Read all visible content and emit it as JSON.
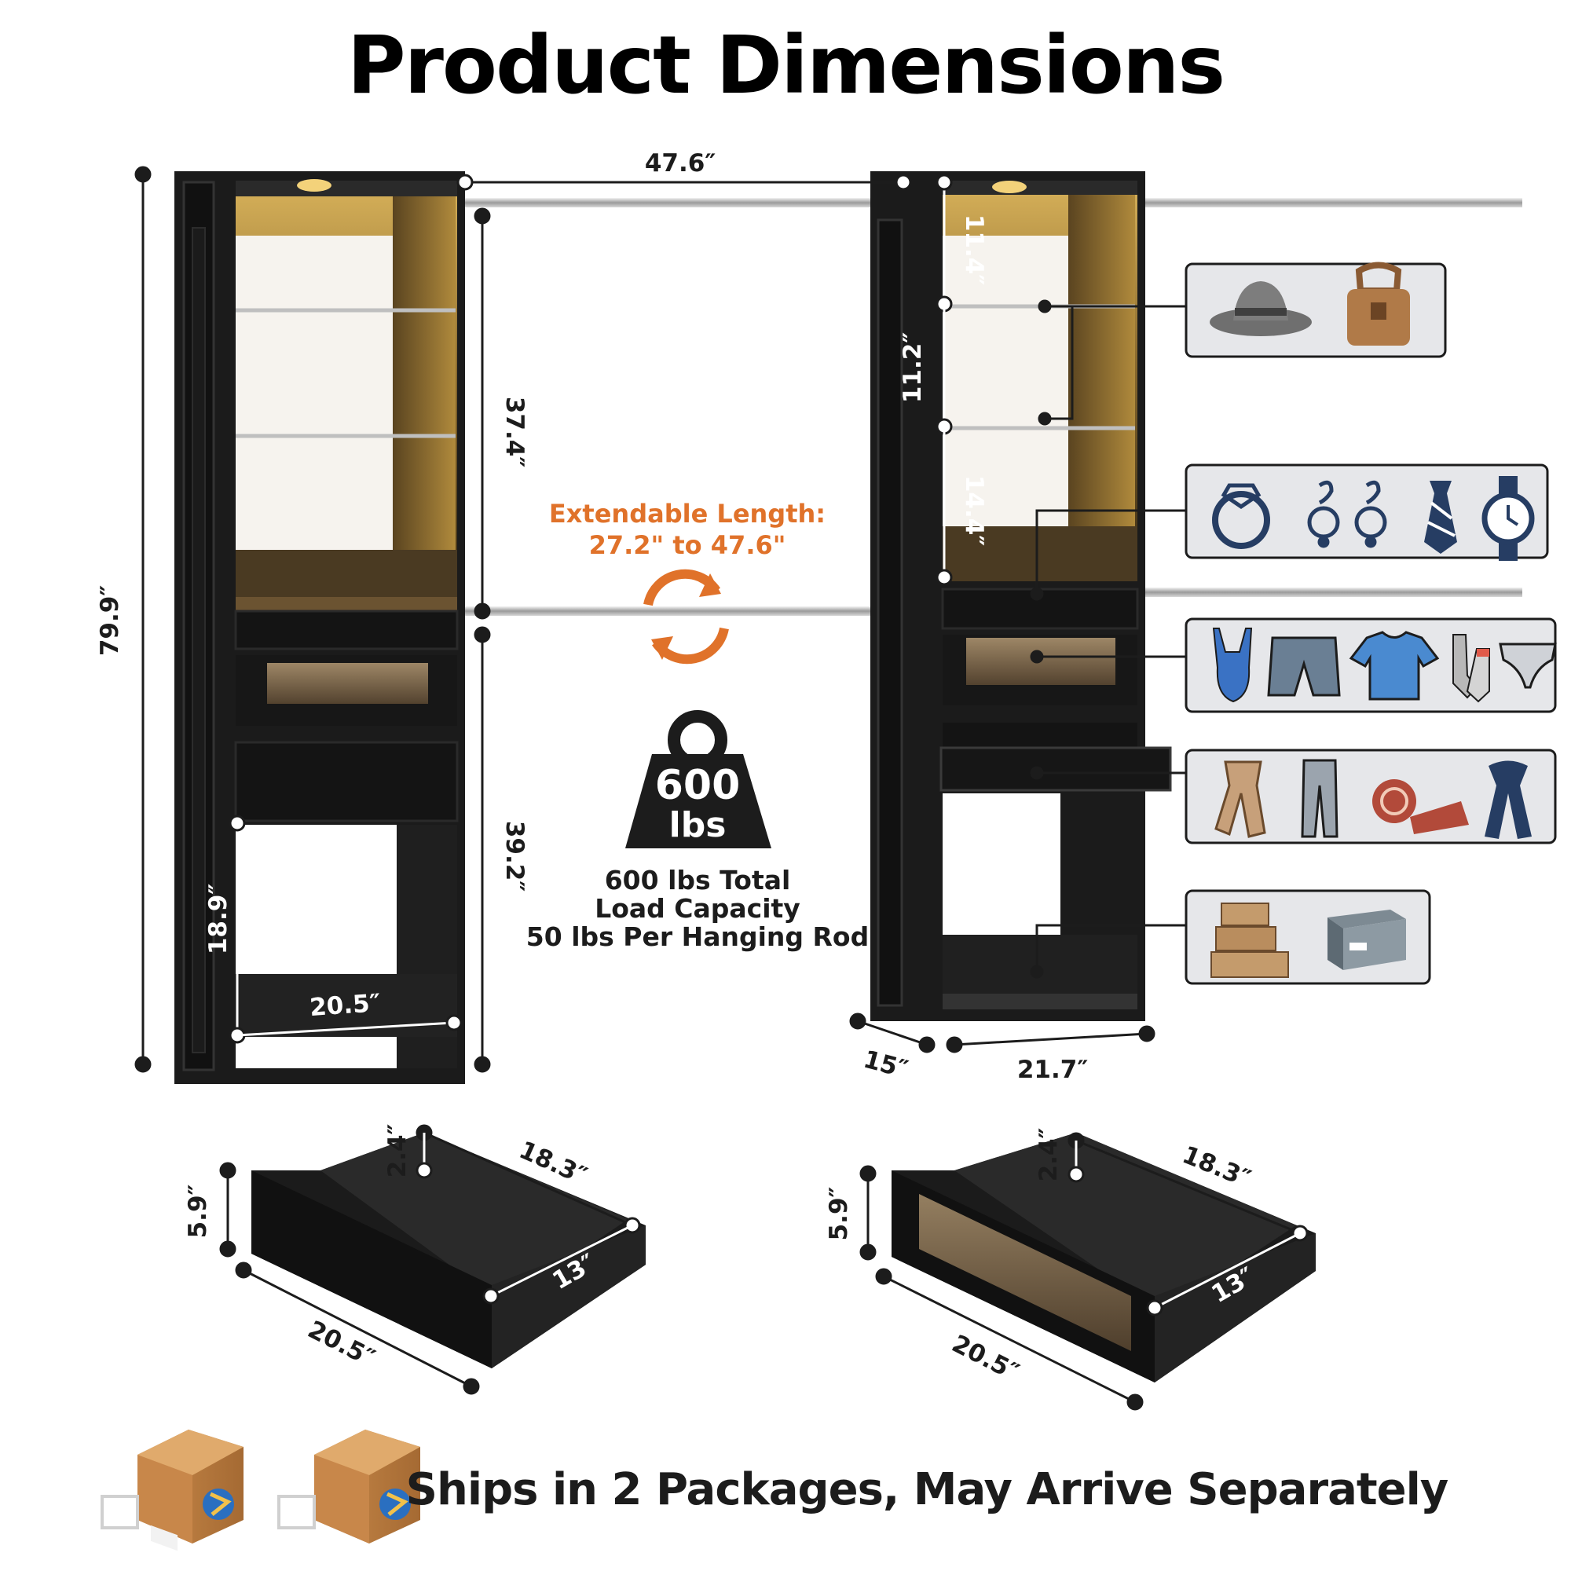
{
  "title": "Product Dimensions",
  "dimensions": {
    "overall_height": "79.9″",
    "rod_width": "47.6″",
    "upper_section_height": "37.4″",
    "lower_section_height": "39.2″",
    "open_cubby_height": "18.9″",
    "inner_width": "20.5″",
    "top_shelf_gap": "11.4″",
    "middle_shelf_gap": "11.2″",
    "lower_shelf_gap": "14.4″",
    "depth": "15″",
    "tower_width": "21.7″"
  },
  "extendable": {
    "label": "Extendable Length:",
    "range": "27.2\" to 47.6\""
  },
  "weight_badge": {
    "value": "600",
    "unit": "lbs"
  },
  "capacity": {
    "line1": "600 lbs Total",
    "line2": "Load Capacity",
    "line3": "50 lbs Per Hanging Rod"
  },
  "drawer_left": {
    "height": "5.9″",
    "side_height": "2.4″",
    "inner_length": "18.3″",
    "inner_width": "13″",
    "width": "20.5″"
  },
  "drawer_right": {
    "height": "5.9″",
    "side_height": "2.4″",
    "inner_length": "18.3″",
    "inner_width": "13″",
    "width": "20.5″"
  },
  "storage_callouts": [
    {
      "icons": [
        "hat-icon",
        "handbag-icon"
      ]
    },
    {
      "icons": [
        "ring-icon",
        "earrings-icon",
        "tie-icon",
        "watch-icon"
      ]
    },
    {
      "icons": [
        "swimsuit-icon",
        "shorts-icon",
        "tshirt-icon",
        "socks-icon",
        "underwear-icon"
      ]
    },
    {
      "icons": [
        "silk-scarf-icon",
        "pants-icon",
        "blanket-icon",
        "knit-scarf-icon"
      ]
    },
    {
      "icons": [
        "stacked-boxes-icon",
        "shoebox-icon"
      ]
    }
  ],
  "shipping": {
    "text": "Ships in 2 Packages, May Arrive Separately",
    "icons": [
      "package-icon",
      "package-icon"
    ]
  },
  "colors": {
    "cabinet": "#1b1b1b",
    "accent_orange": "#e0722a",
    "warm_light": "#c9a24a",
    "callout_bg": "#e6e7ea"
  }
}
